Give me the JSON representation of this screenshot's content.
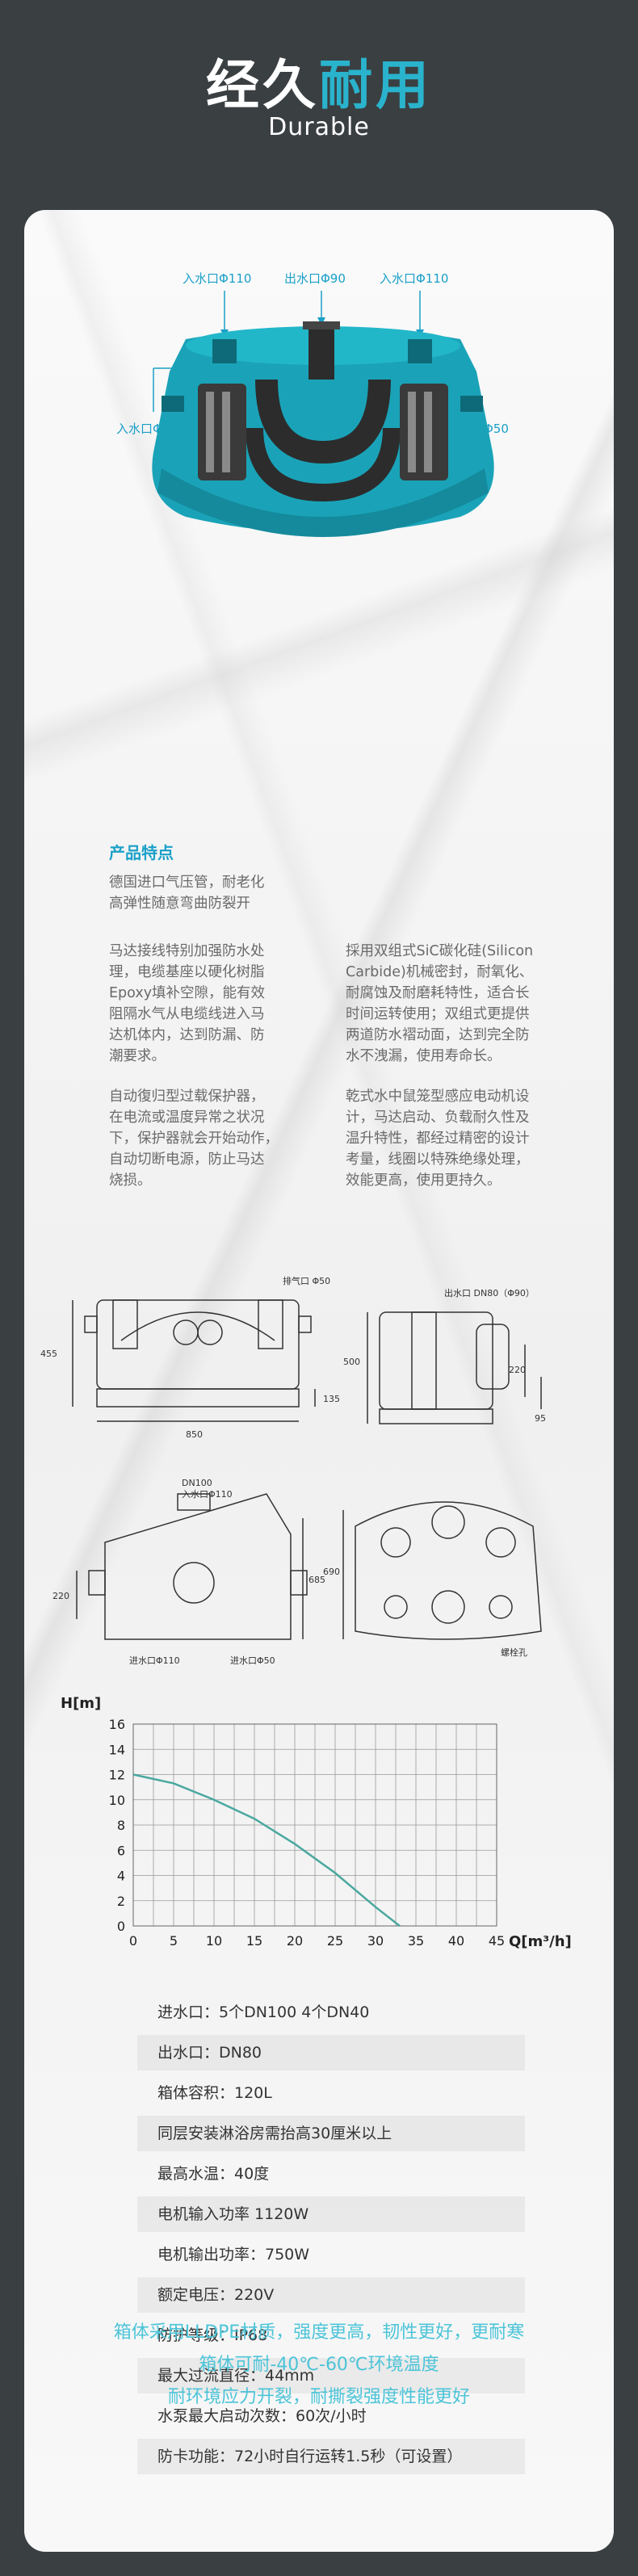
{
  "header": {
    "title_main": "经久",
    "title_accent": "耐用",
    "subtitle": "Durable"
  },
  "product_labels": {
    "inlet_left_top": "入水口Φ110",
    "outlet_top": "出水口Φ90",
    "inlet_right_top": "入水口Φ110",
    "inlet_left_side": "入水口Φ50",
    "vent_right_side": "排气口Φ50"
  },
  "features": {
    "title": "产品特点",
    "intro": [
      "德国进口气压管，耐老化",
      "高弹性随意弯曲防裂开"
    ],
    "left_p1": [
      "马达接线特别加强防水处",
      "理，电缆基座以硬化树脂",
      "Epoxy填补空隙，能有效",
      "阻隔水气从电缆线进入马",
      "达机体内，达到防漏、防",
      "潮要求。"
    ],
    "left_p2": [
      "自动復归型过载保护器，",
      "在电流或温度异常之状况",
      "下，保护器就会开始动作，",
      "自动切断电源，防止马达",
      "烧损。"
    ],
    "right_p1": [
      "採用双组式SiC碳化硅(Silicon",
      "Carbide)机械密封，耐氧化、",
      "耐腐蚀及耐磨耗特性，适合长",
      "时间运转使用；双组式更提供",
      "两道防水褶动面，达到完全防",
      "水不洩漏，使用寿命长。"
    ],
    "right_p2": [
      "乾式水中鼠笼型感应电动机设",
      "计，马达启动、负载耐久性及",
      "温升特性，都经过精密的设计",
      "考量，线圈以特殊绝缘处理，",
      "效能更高，使用更持久。"
    ]
  },
  "drawing": {
    "vent_label": "排气口 Φ50",
    "outlet_label": "出水口 DN80（Φ90）",
    "dim_455": "455",
    "dim_135": "135",
    "dim_850": "850",
    "dim_500": "500",
    "dim_220": "220",
    "dim_95": "95",
    "dn100_a": "DN100",
    "dn100_b": "入水口Φ110",
    "dim_220b": "220",
    "dim_685": "685",
    "inlet_110": "进水口Φ110",
    "inlet_50": "进水口Φ50",
    "dim_690": "690",
    "bolt_label": "螺栓孔"
  },
  "chart_data": {
    "type": "line",
    "title": "",
    "xlabel": "Q[m³/h]",
    "ylabel": "H[m]",
    "xlim": [
      0,
      45
    ],
    "ylim": [
      0,
      16
    ],
    "xticks": [
      0,
      5,
      10,
      15,
      20,
      25,
      30,
      35,
      40,
      45
    ],
    "yticks": [
      0,
      2,
      4,
      6,
      8,
      10,
      12,
      14,
      16
    ],
    "grid": true,
    "series": [
      {
        "x": [
          0,
          5,
          10,
          15,
          20,
          25,
          30,
          33
        ],
        "y": [
          12,
          11.3,
          10,
          8.5,
          6.5,
          4.2,
          1.5,
          0
        ]
      }
    ]
  },
  "specs": [
    "进水口：5个DN100  4个DN40",
    "出水口：DN80",
    "箱体容积：120L",
    "同层安装淋浴房需抬高30厘米以上",
    "最高水温：40度",
    "电机输入功率   1120W",
    "电机输出功率：750W",
    "额定电压：220V",
    "防护等级：IP68",
    "最大过流直径：44mm",
    "水泵最大启动次数：60次/小时",
    "防卡功能：72小时自行运转1.5秒（可设置）"
  ],
  "footer": [
    "箱体采用LLDPE材质，强度更高，韧性更好，更耐寒",
    "箱体可耐-40℃-60℃环境温度",
    "耐环境应力开裂，耐撕裂强度性能更好"
  ],
  "colors": {
    "accent": "#2ab3cc",
    "tank": "#1aa3b8",
    "background": "#3a3f42",
    "curve": "#4aa8a0"
  }
}
